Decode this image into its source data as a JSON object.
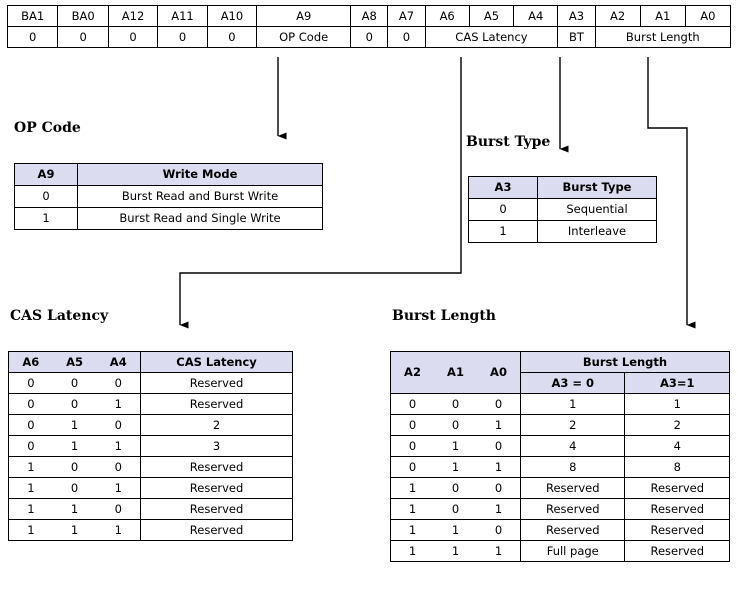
{
  "register": {
    "bit_labels": [
      "BA1",
      "BA0",
      "A12",
      "A11",
      "A10",
      "A9",
      "A8",
      "A7",
      "A6",
      "A5",
      "A4",
      "A3",
      "A2",
      "A1",
      "A0"
    ],
    "fields": [
      {
        "label": "0",
        "span": 1
      },
      {
        "label": "0",
        "span": 1
      },
      {
        "label": "0",
        "span": 1
      },
      {
        "label": "0",
        "span": 1
      },
      {
        "label": "0",
        "span": 1
      },
      {
        "label": "OP Code",
        "span": 1
      },
      {
        "label": "0",
        "span": 1
      },
      {
        "label": "0",
        "span": 1
      },
      {
        "label": "CAS Latency",
        "span": 3
      },
      {
        "label": "BT",
        "span": 1
      },
      {
        "label": "Burst Length",
        "span": 3
      }
    ]
  },
  "opcode": {
    "heading": "OP Code",
    "headers": [
      "A9",
      "Write Mode"
    ],
    "rows": [
      [
        "0",
        "Burst Read and Burst Write"
      ],
      [
        "1",
        "Burst Read and Single Write"
      ]
    ]
  },
  "burst_type": {
    "heading": "Burst Type",
    "headers": [
      "A3",
      "Burst Type"
    ],
    "rows": [
      [
        "0",
        "Sequential"
      ],
      [
        "1",
        "Interleave"
      ]
    ]
  },
  "cas_latency": {
    "heading": "CAS Latency",
    "headers": [
      "A6",
      "A5",
      "A4",
      "CAS Latency"
    ],
    "rows": [
      [
        "0",
        "0",
        "0",
        "Reserved"
      ],
      [
        "0",
        "0",
        "1",
        "Reserved"
      ],
      [
        "0",
        "1",
        "0",
        "2"
      ],
      [
        "0",
        "1",
        "1",
        "3"
      ],
      [
        "1",
        "0",
        "0",
        "Reserved"
      ],
      [
        "1",
        "0",
        "1",
        "Reserved"
      ],
      [
        "1",
        "1",
        "0",
        "Reserved"
      ],
      [
        "1",
        "1",
        "1",
        "Reserved"
      ]
    ]
  },
  "burst_length": {
    "heading": "Burst Length",
    "bit_headers": [
      "A2",
      "A1",
      "A0"
    ],
    "group_header": "Burst Length",
    "sub_headers": [
      "A3 = 0",
      "A3=1"
    ],
    "rows": [
      [
        "0",
        "0",
        "0",
        "1",
        "1"
      ],
      [
        "0",
        "0",
        "1",
        "2",
        "2"
      ],
      [
        "0",
        "1",
        "0",
        "4",
        "4"
      ],
      [
        "0",
        "1",
        "1",
        "8",
        "8"
      ],
      [
        "1",
        "0",
        "0",
        "Reserved",
        "Reserved"
      ],
      [
        "1",
        "0",
        "1",
        "Reserved",
        "Reserved"
      ],
      [
        "1",
        "1",
        "0",
        "Reserved",
        "Reserved"
      ],
      [
        "1",
        "1",
        "1",
        "Full page",
        "Reserved"
      ]
    ]
  },
  "colors": {
    "header_fill": "#dcdcf0",
    "line": "#000000",
    "background": "#ffffff"
  },
  "connectors": [
    {
      "name": "opcode-connector",
      "from_field": "OP Code",
      "to_table": "opcode"
    },
    {
      "name": "cas-latency-connector",
      "from_field": "CAS Latency",
      "to_table": "cas_latency"
    },
    {
      "name": "burst-type-connector",
      "from_field": "BT",
      "to_table": "burst_type"
    },
    {
      "name": "burst-length-connector",
      "from_field": "Burst Length",
      "to_table": "burst_length"
    }
  ]
}
